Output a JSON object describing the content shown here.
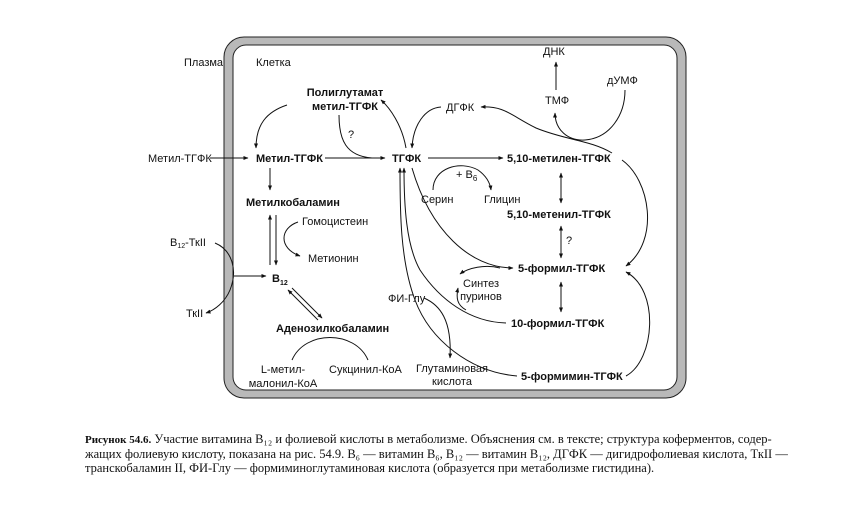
{
  "regions": {
    "plasma": "Плазма",
    "cell": "Клетка"
  },
  "nodes": {
    "poly_line1": "Полиглутамат",
    "poly_line2": "метил-ТГФК",
    "methyl_thfa_plasma": "Метил-ТГФК",
    "methyl_thfa": "Метил-ТГФК",
    "thfa": "ТГФК",
    "dhfa": "ДГФК",
    "dna": "ДНК",
    "tmp": "ТМФ",
    "dump": "дУМФ",
    "methylene": "5,10-метилен-ТГФК",
    "b6": "+ B",
    "b6_sub": "6",
    "serine": "Серин",
    "glycine": "Глицин",
    "methenyl": "5,10-метенил-ТГФК",
    "q1": "?",
    "q2": "?",
    "formyl5": "5-формил-ТГФК",
    "purine_line1": "Синтез",
    "purine_line2": "пуринов",
    "formyl10": "10-формил-ТГФК",
    "figlu": "ФИ-Глу",
    "glutamic_line1": "Глутаминовая",
    "glutamic_line2": "кислота",
    "formimino": "5-формимин-ТГФК",
    "methylcobalamin": "Метилкобаламин",
    "homocysteine": "Гомоцистеин",
    "methionine": "Метионин",
    "b12_tc_prefix": "B",
    "b12_tc_sub": "12",
    "b12_tc_suffix": "-ТкII",
    "tcii": "ТкII",
    "b12": "B",
    "b12_sub": "12",
    "adenosylcobalamin": "Аденозилкобаламин",
    "methylmalonyl_line1": "L-метил-",
    "methylmalonyl_line2": "малонил-КоА",
    "succinyl": "Сукцинил-КоА"
  },
  "caption": {
    "label": "Рисунок 54.6.",
    "line1": "Участие витамина B₁₂ и фолиевой кислоты в метаболизме. Объяснения см. в тексте; структура коферментов, содер-",
    "line2": "жащих фолиевую кислоту, показана на рис. 54.9. B₆ — витамин B₆, B₁₂ — витамин B₁₂, ДГФК — дигидрофолиевая кислота, ТкII —",
    "line3": "транскобаламин II, ФИ-Глу — формиминоглутаминовая кислота (образуется при метаболизме гистидина)."
  },
  "colors": {
    "membrane": "#b9b9b9",
    "ink": "#111111"
  }
}
